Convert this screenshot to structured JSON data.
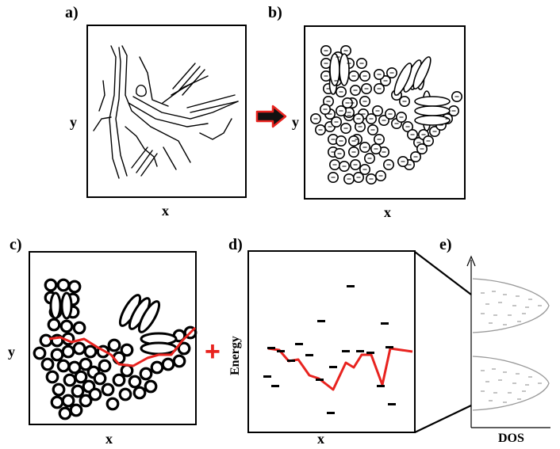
{
  "panels": {
    "a": {
      "label": "a)",
      "x_axis": "x",
      "y_axis": "y"
    },
    "b": {
      "label": "b)",
      "x_axis": "x",
      "y_axis": "y"
    },
    "c": {
      "label": "c)",
      "x_axis": "x",
      "y_axis": "y"
    },
    "d": {
      "label": "d)",
      "x_axis": "x",
      "y_axis": "Energy"
    },
    "e": {
      "label": "e)",
      "x_axis": "DOS"
    }
  },
  "operators": {
    "plus": "+"
  },
  "colors": {
    "ink": "#000000",
    "accent": "#e8231f",
    "curve": "#9a9a9a",
    "dash": "#8a8a8a"
  }
}
